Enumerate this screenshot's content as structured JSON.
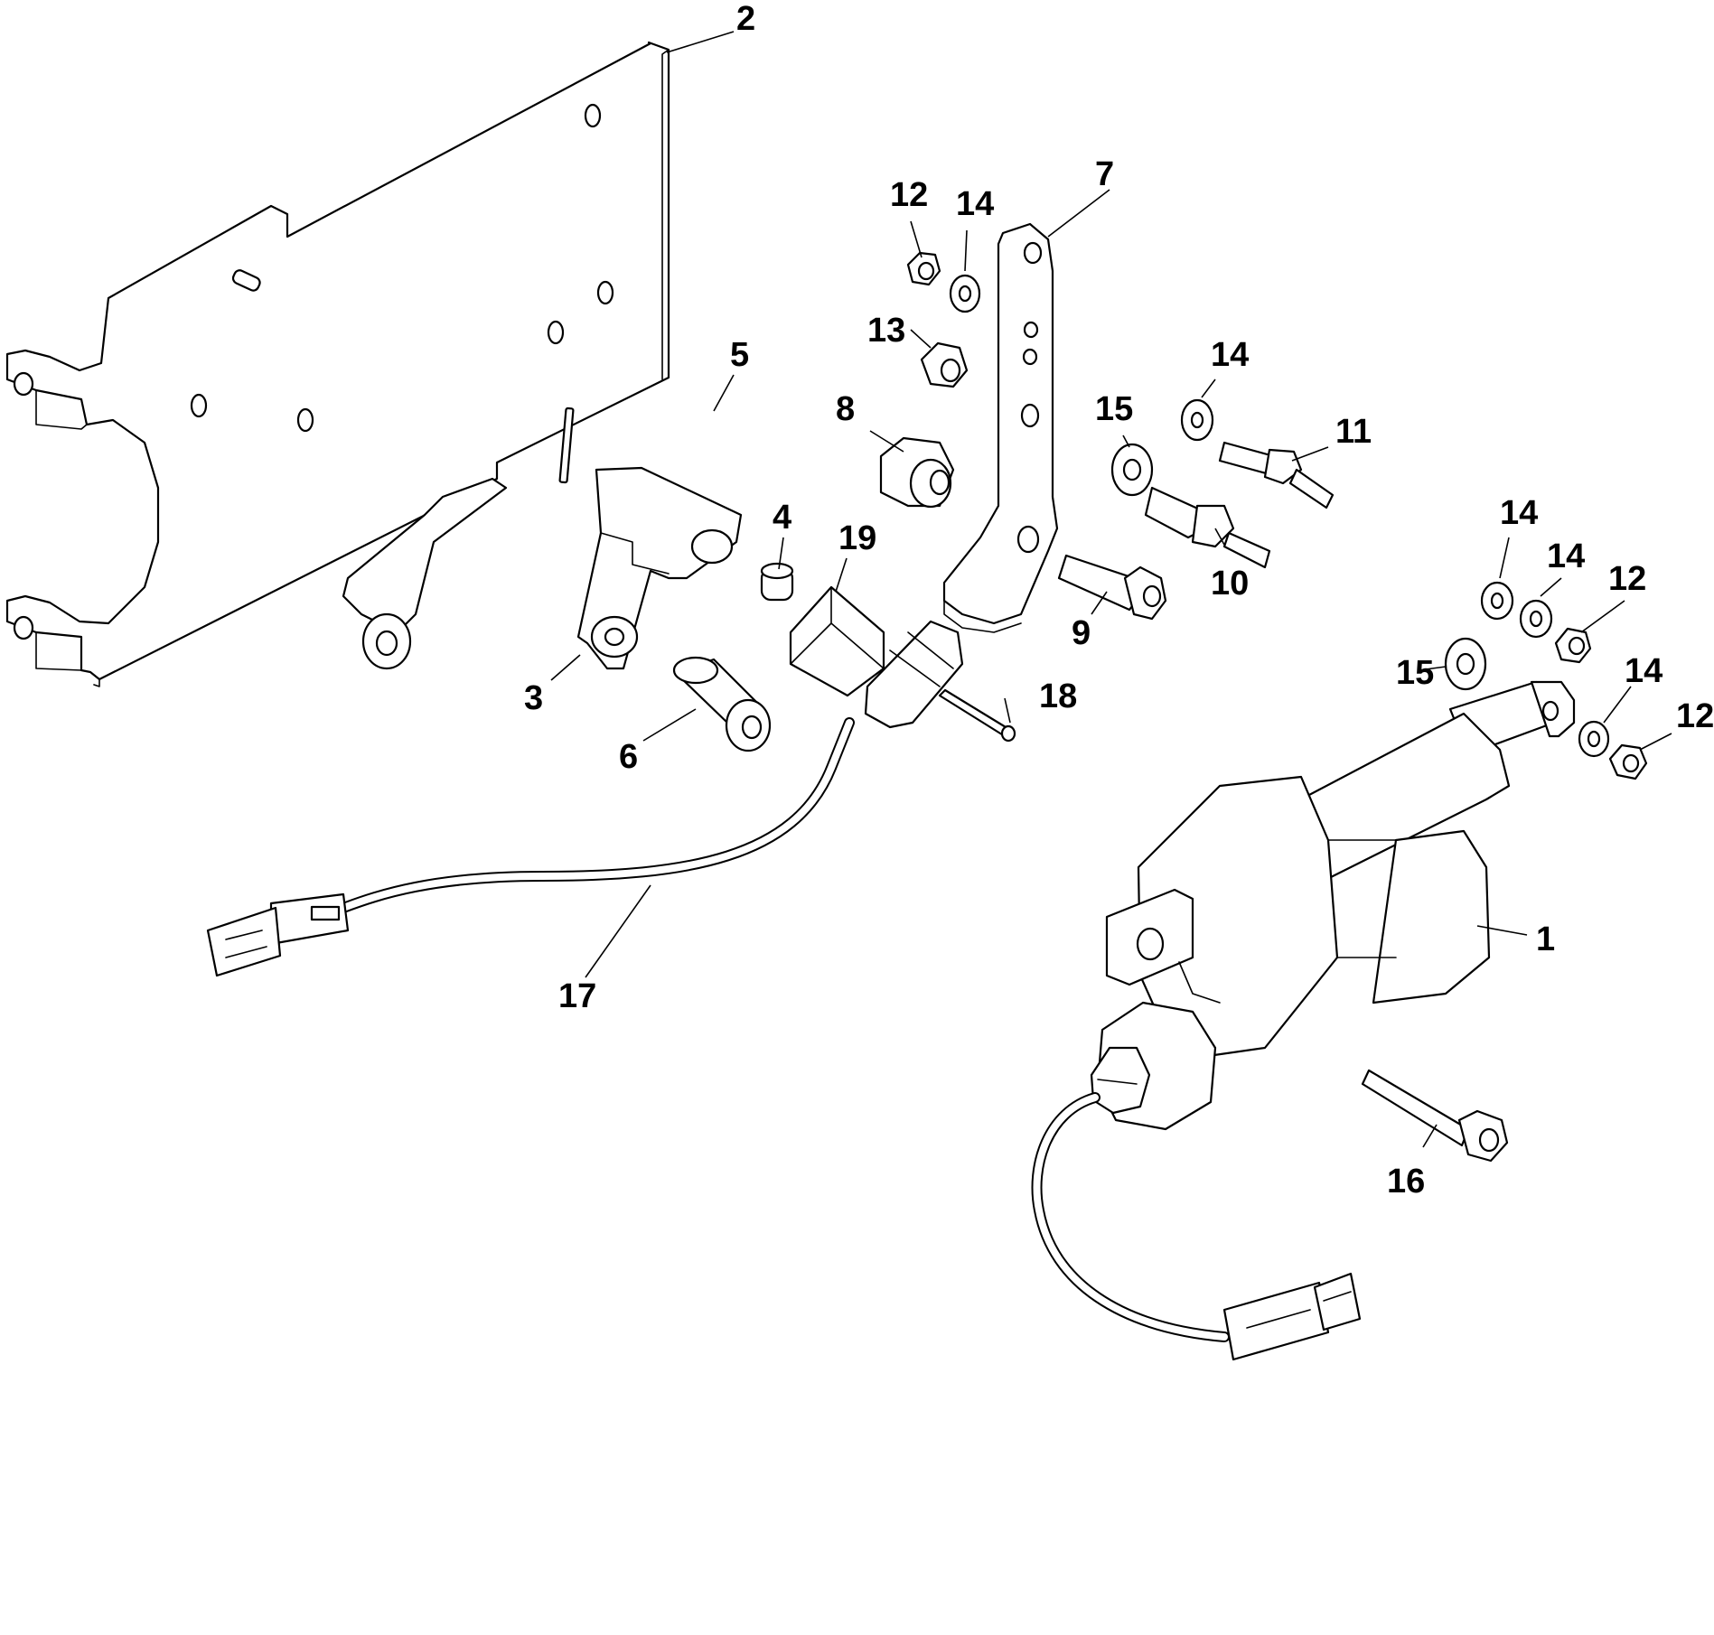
{
  "diagram": {
    "callouts": {
      "c1": "1",
      "c2": "2",
      "c3": "3",
      "c4": "4",
      "c5": "5",
      "c6": "6",
      "c7": "7",
      "c8": "8",
      "c9": "9",
      "c10": "10",
      "c11": "11",
      "c12a": "12",
      "c12b": "12",
      "c12c": "12",
      "c13": "13",
      "c14a": "14",
      "c14b": "14",
      "c14c": "14",
      "c14d": "14",
      "c14e": "14",
      "c15a": "15",
      "c15b": "15",
      "c16": "16",
      "c17": "17",
      "c18": "18",
      "c19": "19"
    }
  }
}
